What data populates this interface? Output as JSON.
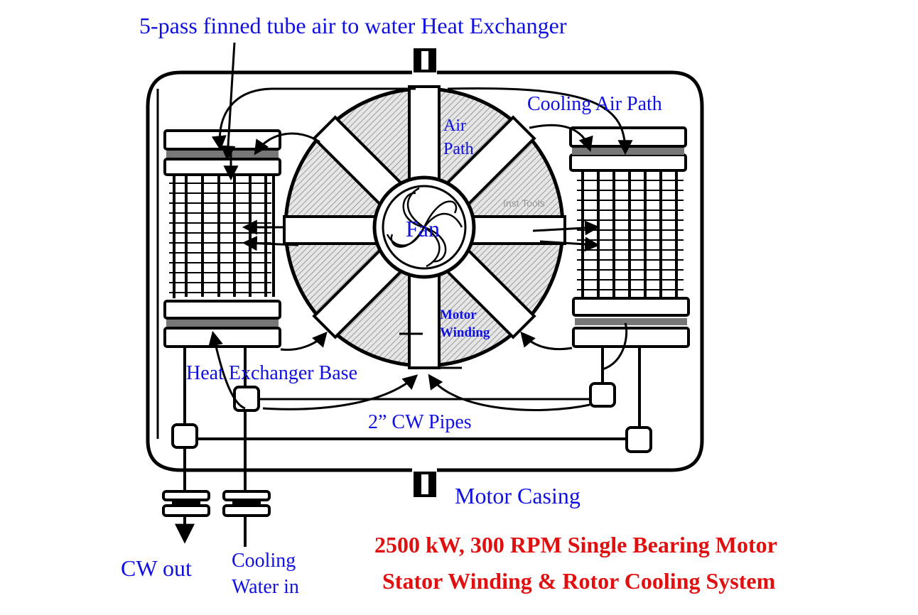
{
  "labels": {
    "heat_exchanger_title": "5-pass finned tube air to water Heat Exchanger",
    "cooling_air_path": "Cooling Air Path",
    "air_path_line1": "Air",
    "air_path_line2": "Path",
    "fan": "Fan",
    "motor_winding_line1": "Motor",
    "motor_winding_line2": "Winding",
    "heat_exchanger_base": "Heat Exchanger Base",
    "cw_pipes": "2” CW Pipes",
    "motor_casing": "Motor Casing",
    "cw_out": "CW out",
    "cooling_water_in_line1": "Cooling",
    "cooling_water_in_line2": "Water in",
    "watermark": "Inst Tools"
  },
  "title": {
    "line1": "2500 kW, 300 RPM Single Bearing Motor",
    "line2": "Stator Winding & Rotor Cooling System"
  },
  "colors": {
    "label_blue": "#1010e0",
    "title_red": "#e01010",
    "stroke": "#000000",
    "band_gray": "#777777",
    "hatch_gray": "#c8c8c8"
  }
}
